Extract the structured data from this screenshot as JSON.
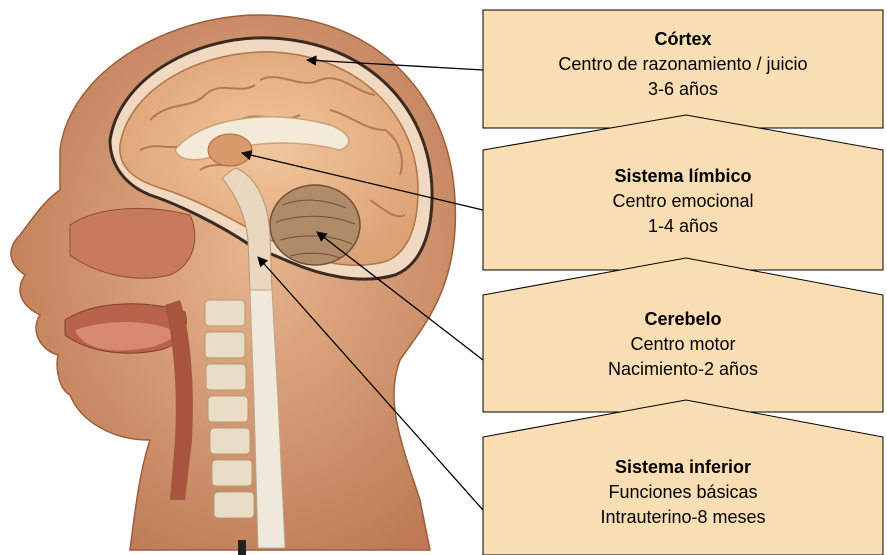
{
  "labels": [
    {
      "title": "Córtex",
      "line1": "Centro de razonamiento / juicio",
      "line2": "3-6 años"
    },
    {
      "title": "Sistema límbico",
      "line1": "Centro emocional",
      "line2": "1-4 años"
    },
    {
      "title": "Cerebelo",
      "line1": "Centro motor",
      "line2": "Nacimiento-2 años"
    },
    {
      "title": "Sistema inferior",
      "line1": "Funciones básicas",
      "line2": "Intrauterino-8 meses"
    }
  ],
  "colors": {
    "box_fill": "#f9ddb3",
    "box_stroke": "#000000",
    "skin": "#d9a27a",
    "brain": "#e8b487",
    "spine": "#efe9dc"
  }
}
